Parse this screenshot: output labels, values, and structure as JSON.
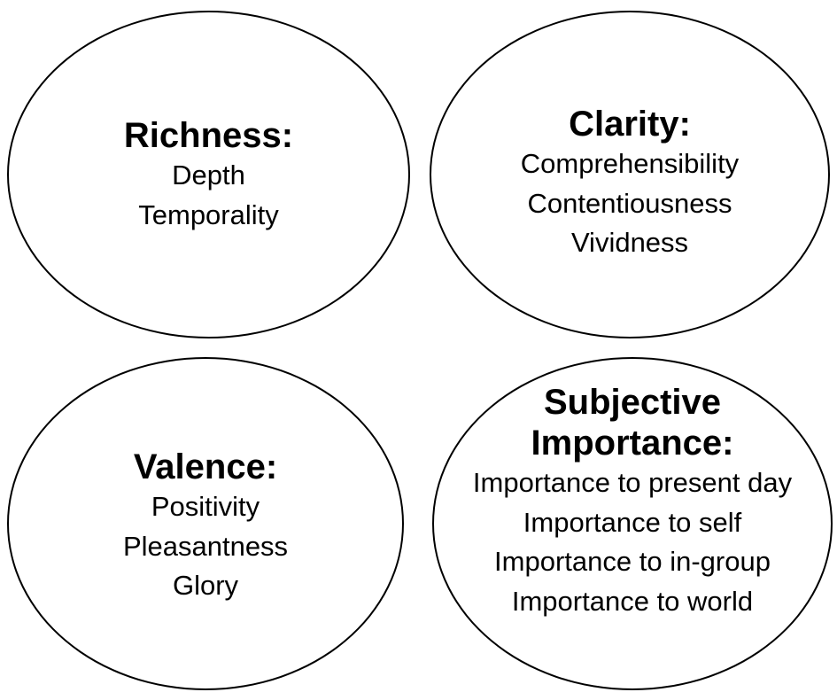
{
  "categories": [
    {
      "title": "Richness:",
      "items": [
        "Depth",
        "Temporality"
      ]
    },
    {
      "title": "Clarity:",
      "items": [
        "Comprehensibility",
        "Contentiousness",
        "Vividness"
      ]
    },
    {
      "title": "Valence:",
      "items": [
        "Positivity",
        "Pleasantness",
        "Glory"
      ]
    },
    {
      "title_lines": [
        "Subjective",
        "Importance:"
      ],
      "items": [
        "Importance to present day",
        "Importance to self",
        "Importance to in-group",
        "Importance to world"
      ]
    }
  ]
}
